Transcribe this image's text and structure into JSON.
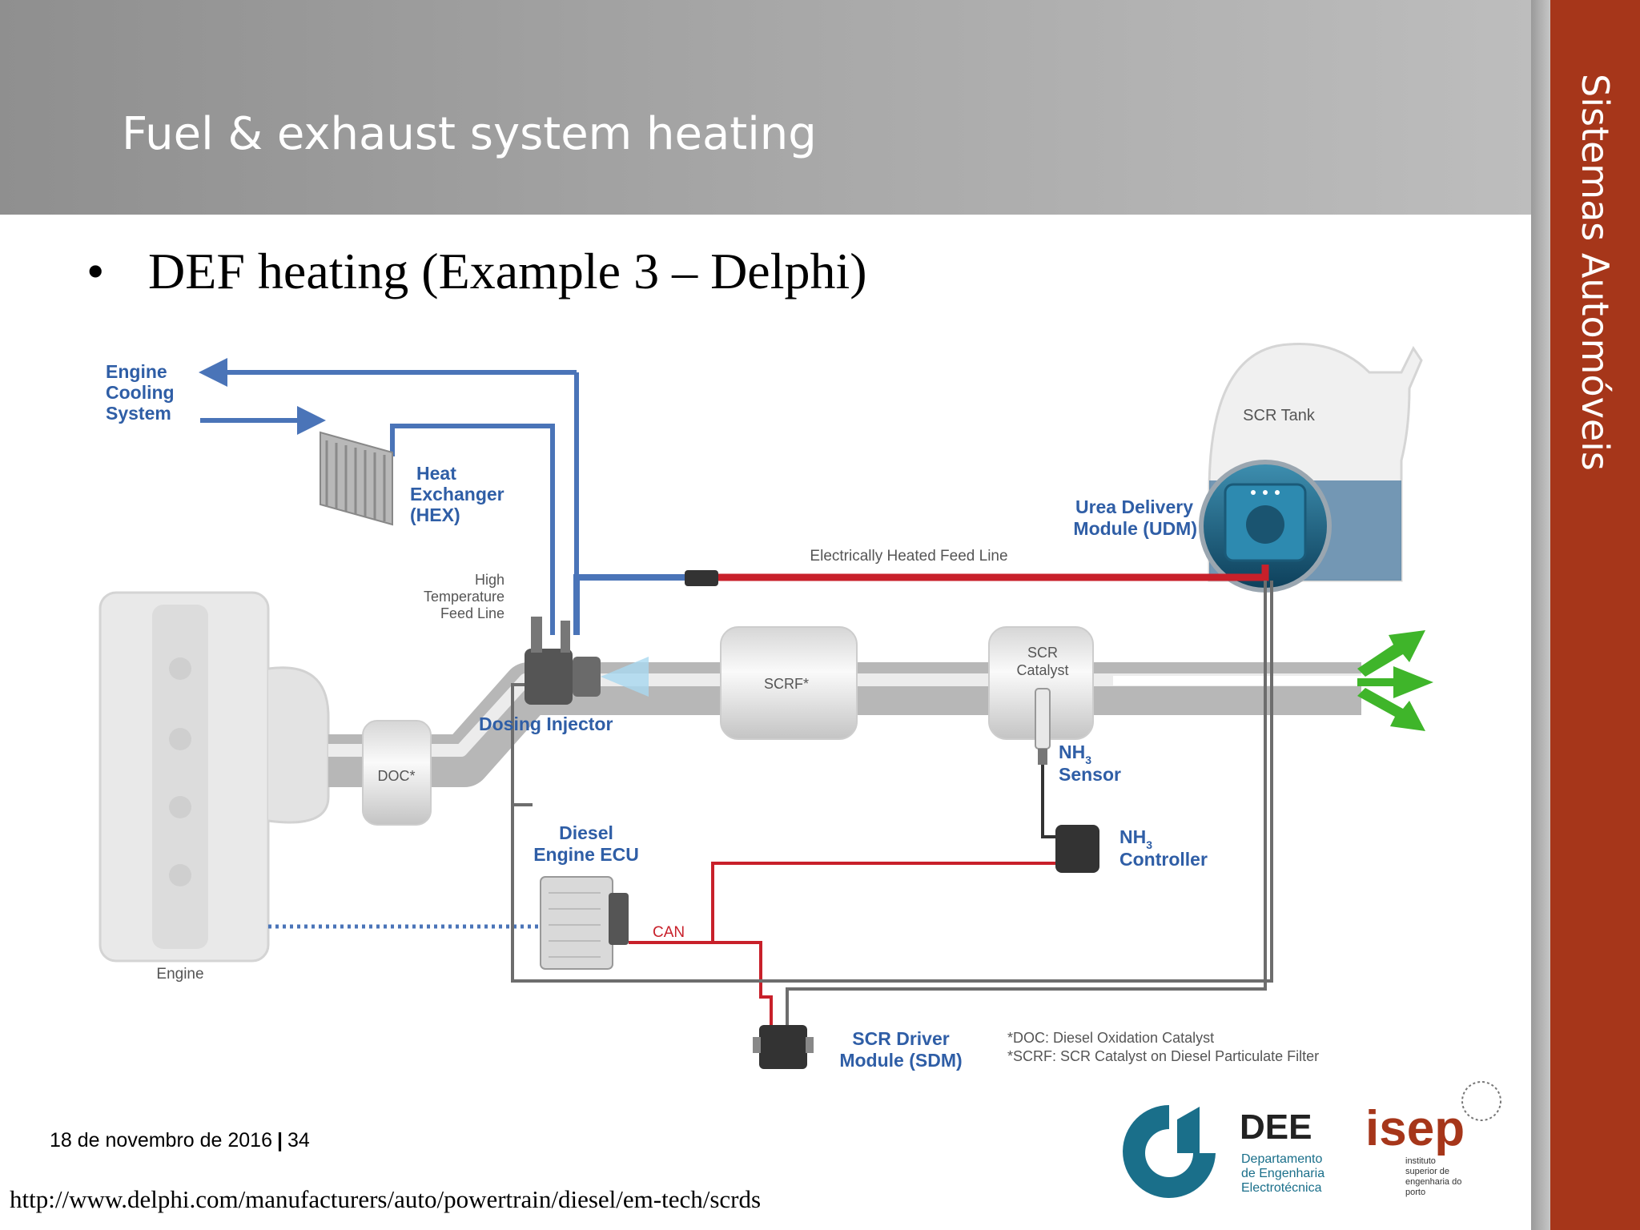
{
  "slide": {
    "title": "Fuel & exhaust system heating",
    "sidebar_title": "Sistemas Automóveis",
    "bullet": "•",
    "subtitle": "DEF heating (Example 3 – Delphi)",
    "footer_date": "18 de novembro de 2016",
    "footer_separator": "|",
    "page_number": "34",
    "source_url": "http://www.delphi.com/manufacturers/auto/powertrain/diesel/em-tech/scrds"
  },
  "diagram": {
    "labels": {
      "engine_cooling": [
        "Engine",
        "Cooling",
        "System"
      ],
      "hex": [
        "Heat",
        "Exchanger",
        "(HEX)"
      ],
      "high_temp_feed": [
        "High",
        "Temperature",
        "Feed Line"
      ],
      "heated_feed_line": "Electrically Heated Feed Line",
      "udm": [
        "Urea Delivery",
        "Module (UDM)"
      ],
      "scr_tank": "SCR Tank",
      "dosing_injector": "Dosing Injector",
      "doc": "DOC*",
      "scrf": "SCRF*",
      "scr_catalyst": [
        "SCR",
        "Catalyst"
      ],
      "nh3_sensor": [
        "NH",
        "3",
        "Sensor"
      ],
      "nh3_controller": [
        "NH",
        "3",
        "Controller"
      ],
      "diesel_ecu": [
        "Diesel",
        "Engine ECU"
      ],
      "can": "CAN",
      "engine": "Engine",
      "sdm": [
        "SCR Driver",
        "Module (SDM)"
      ],
      "notes": [
        "*DOC: Diesel Oxidation Catalyst",
        "*SCRF: SCR Catalyst on Diesel Particulate Filter"
      ]
    },
    "colors": {
      "coolant_line": "#4a74b8",
      "heated_line": "#c8202a",
      "wire": "#6d6d6d",
      "label_blue": "#2f5ea6",
      "exhaust_arrow": "#3fb52a",
      "accent": "#a6361a"
    }
  },
  "logos": {
    "dee": {
      "name": "DEE",
      "lines": [
        "Departamento",
        "de Engenharia",
        "Electrotécnica"
      ]
    },
    "isep": {
      "name": "isep",
      "lines": [
        "instituto",
        "superior de",
        "engenharia do",
        "porto"
      ]
    }
  }
}
